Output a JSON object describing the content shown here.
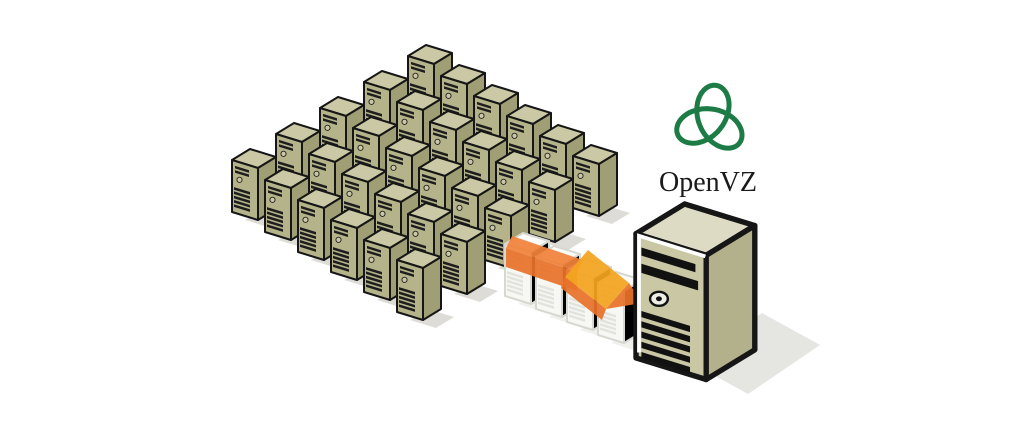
{
  "logo": {
    "text": "OpenVZ",
    "green": "#1d7b46",
    "text_color": "#1a1a1a"
  },
  "server_grid": {
    "columns": 6,
    "rows": 5,
    "server_count": 30
  },
  "fading_servers": {
    "count": 4
  },
  "host_server": {
    "count": 1
  },
  "colors": {
    "tower_front": "#b5b38a",
    "tower_side": "#a09e74",
    "tower_top": "#cbc9a5",
    "tower_outline": "#161616",
    "tower_detail": "#1d1d1d",
    "tower_shadow": "#dddcd6",
    "ghost_front": "#f7f7f3",
    "ghost_side": "#ededе7",
    "ghost_top": "#fbfbf9",
    "ghost_outline": "#d8d8d2",
    "ghost_detail": "#e3e3dd",
    "ghost_shadow": "#f0f0ec",
    "big_front": "#c9c7a4",
    "big_side": "#b3b18c",
    "big_top": "#dddbc3",
    "big_shadow": "#e5e5e1",
    "arrow_body": "#f1813a",
    "arrow_shade": "#e8722a",
    "arrow_head": "#f3a41f"
  }
}
